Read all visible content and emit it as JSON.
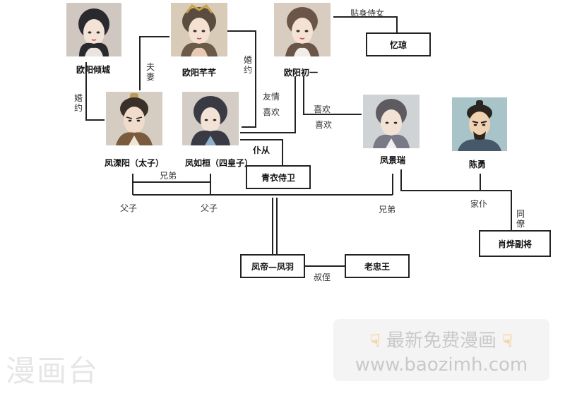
{
  "people": {
    "ouyang_qingcheng": "欧阳倾城",
    "ouyang_qianqian": "欧阳芊芊",
    "ouyang_chuyi": "欧阳初一",
    "feng_liyang": "凤溧阳（太子）",
    "feng_ruhuan": "凤如桓（四皇子）",
    "feng_jingrui": "凤景瑞",
    "chen_yong": "陈勇"
  },
  "boxes": {
    "yiqiong": "忆琼",
    "qingyi_shiwei": "青衣侍卫",
    "fengdi": "凤帝—凤羽",
    "laozhongwang": "老忠王",
    "xiao_ye": "肖烨副将"
  },
  "relations": {
    "tieshen_shinv": "贴身侍女",
    "fuqi": "夫妻",
    "hunyue_left": "婚约",
    "hunyue_mid": "婚约",
    "youqing": "友情",
    "xihuan_1": "喜欢",
    "xihuan_2": "喜欢",
    "xihuan_3": "喜欢",
    "puchong": "仆从",
    "xiongdi_1": "兄弟",
    "fuzi_1": "父子",
    "fuzi_2": "父子",
    "xiongdi_2": "兄弟",
    "jiapu": "家仆",
    "tongliao": "同僚",
    "shuzhi": "叔侄"
  },
  "watermark": {
    "site_name": "漫画台",
    "line1": "最新免费漫画",
    "line2": "www.baozimh.com"
  },
  "colors": {
    "line": "#222222",
    "box_border": "#222222",
    "watermark_text": "#c9c9c9",
    "hand_icon": "#f0a418"
  }
}
